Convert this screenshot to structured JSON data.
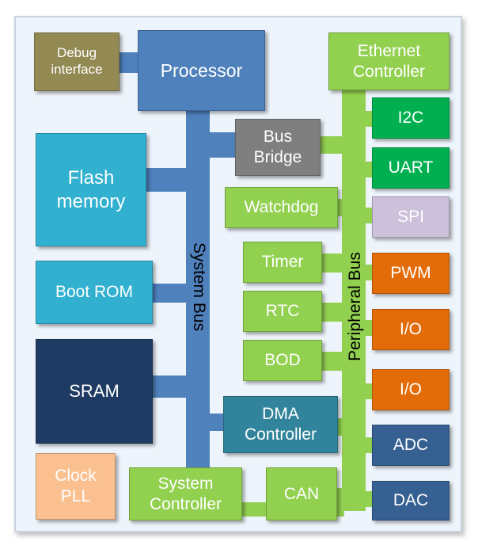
{
  "blocks": {
    "debug": "Debug\ninterface",
    "processor": "Processor",
    "ethernet": "Ethernet\nController",
    "i2c": "I2C",
    "uart": "UART",
    "bus_bridge": "Bus\nBridge",
    "flash": "Flash\nmemory",
    "watchdog": "Watchdog",
    "spi": "SPI",
    "timer": "Timer",
    "pwm": "PWM",
    "boot_rom": "Boot ROM",
    "rtc": "RTC",
    "io1": "I/O",
    "bod": "BOD",
    "sram": "SRAM",
    "io2": "I/O",
    "dma": "DMA\nController",
    "adc": "ADC",
    "clock": "Clock\nPLL",
    "system_controller": "System\nController",
    "can": "CAN",
    "dac": "DAC"
  },
  "bus_labels": {
    "system": "System Bus",
    "peripheral": "Peripheral Bus"
  },
  "colors": {
    "system_bus": "#4f81bd",
    "peripheral_bus": "#92d050",
    "olive": "#938953",
    "blue": "#4f81bd",
    "lightblue": "#31b0d0",
    "navy": "#1f3b63",
    "teal": "#31849b",
    "gray": "#7f7f7f",
    "green": "#92d050",
    "darkgreen": "#00b050",
    "lavender": "#ccc0da",
    "orange": "#e36c09",
    "steel": "#366092",
    "peach": "#fac090"
  }
}
